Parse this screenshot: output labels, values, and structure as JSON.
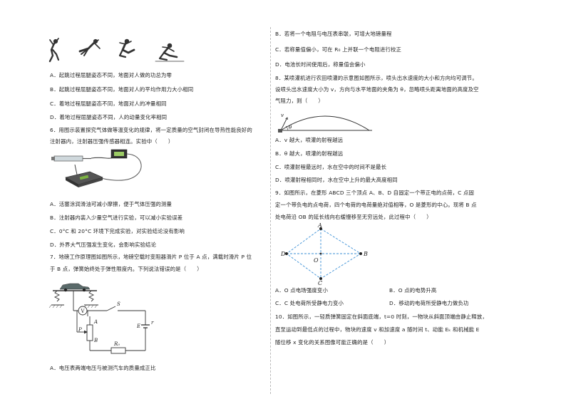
{
  "left": {
    "q5_options": [
      "A．起跳过程屈腿姿态不同，地面对人做的功总为零",
      "B．起跳过程屈腿姿态不同，地面对人的平均作用力大小相同",
      "C．着地过程屈腿姿态不同，地面对人的冲量相同",
      "D．着地过程屈腿姿态不同，人的动量变化率相同"
    ],
    "q6_stem": [
      "6．用图示装置探究气体做等温变化的规律，将一定质量的空气封闭在导热性能良好的",
      "注射器内，注射器压强传感器相连。实验中（　　）"
    ],
    "q6_options": [
      "A．活塞涂润滑油可减小摩擦，便于气体压强的测量",
      "B．注射器内装入少量空气进行实验，可以减小实验误差",
      "C．0°C 和 20°C 环境下完成实验，对实验结论没有影响",
      "D．外界大气压强发生变化，会影响实验结论"
    ],
    "q7_stem": [
      "7．地磅工作原理图如图所示，地磅空载时变阻器滑片 P 位于 A 点，满载时滑片 P 位",
      "于 B 点，弹簧始终处于弹性限度内。下列说法错误的是（　　）"
    ],
    "q7_option_a": "A．电压表两端电压与被测汽车的质量成正比",
    "fig7_labels": {
      "v": "V",
      "s": "S",
      "a": "A",
      "p": "P",
      "b": "B",
      "e": "E",
      "r": "r",
      "r0": "R₀"
    }
  },
  "right": {
    "q7_options": [
      "B．若将一个电阻与电压表串联，可增大地磅量程",
      "C．若称量值偏小，可在 R₀ 上并联一个电阻进行校正",
      "D．电池长时间使用后，称量值会偏小"
    ],
    "q8_stem": [
      "8．某喷灌机进行农田喷灌的示意图如图所示，喷头出水速度的大小和方向均可调节。",
      "设喷头出水速度大小为 v，方向与水平地面的夹角为 θ，忽略喷头距离地面的高度及空",
      "气阻力，则（　　）"
    ],
    "q8_options": [
      "A．v 越大，喷灌的射程越远",
      "B．θ 越大，喷灌的射程越远",
      "C．喷灌射程最远时，水在空中的时间不是最长",
      "D．喷灌射程相同时，水在空中上升的最大高度相同"
    ],
    "fig8_labels": {
      "v": "v",
      "theta": "θ"
    },
    "q9_stem": [
      "9．如图所示，在菱形 ABCD 三个顶点 A、B、D 自固定一个带正电的点荷，C 点固",
      "定一个带负电的点电荷，四个电荷的电荷量绝对值相等，O 是菱形的中心。现将 B 点",
      "处电荷沿 OB 的延长线向右缓慢移至无穷远处，此过程中（　　）"
    ],
    "fig9_labels": {
      "a": "A",
      "b": "B",
      "c": "C",
      "d": "D",
      "o": "O"
    },
    "q9_options": {
      "a": "A．O 点电场强度变小",
      "b": "B．O 点的电势升高",
      "c": "C．C 处电荷所受静电力变小",
      "d": "D．移动的电荷所受静电力做负功"
    },
    "q10_stem": [
      "10．如图所示，一轻质弹簧固定在斜面底端，t=0 时刻，一物块从斜面顶端由静止释放，",
      "直至运动到最低点的过程中，物块的速度 v 和加速度 a 随时间 t、动能 Eₖ 和机械能 E",
      "随位移 x 变化的关系图像可能正确的是（　　）"
    ]
  }
}
